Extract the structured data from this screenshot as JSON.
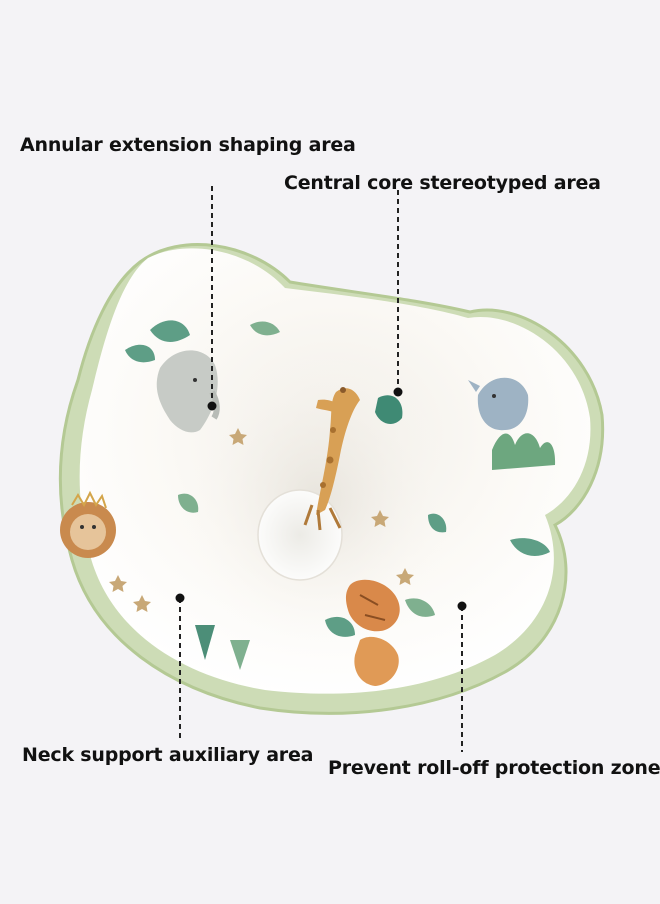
{
  "annotations": {
    "annular": "Annular extension shaping area",
    "central": "Central core stereotyped area",
    "neck": "Neck support auxiliary area",
    "prevent": "Prevent roll-off protection zone"
  },
  "colors": {
    "background": "#f4f3f6",
    "pillow_surface": "#fbf9f5",
    "pillow_edge": "#cddcb6",
    "pillow_piping": "#b4c994",
    "leaf_green": "#5e9e86",
    "giraffe": "#d8a055",
    "lion": "#c98a4e",
    "rhino": "#9eb3c4",
    "leader_line": "#222222"
  },
  "icons": [
    "pillow-photo",
    "giraffe-icon",
    "rhino-icon",
    "lion-icon",
    "elephant-icon",
    "tiger-icon",
    "leaf-icon",
    "star-icon"
  ]
}
